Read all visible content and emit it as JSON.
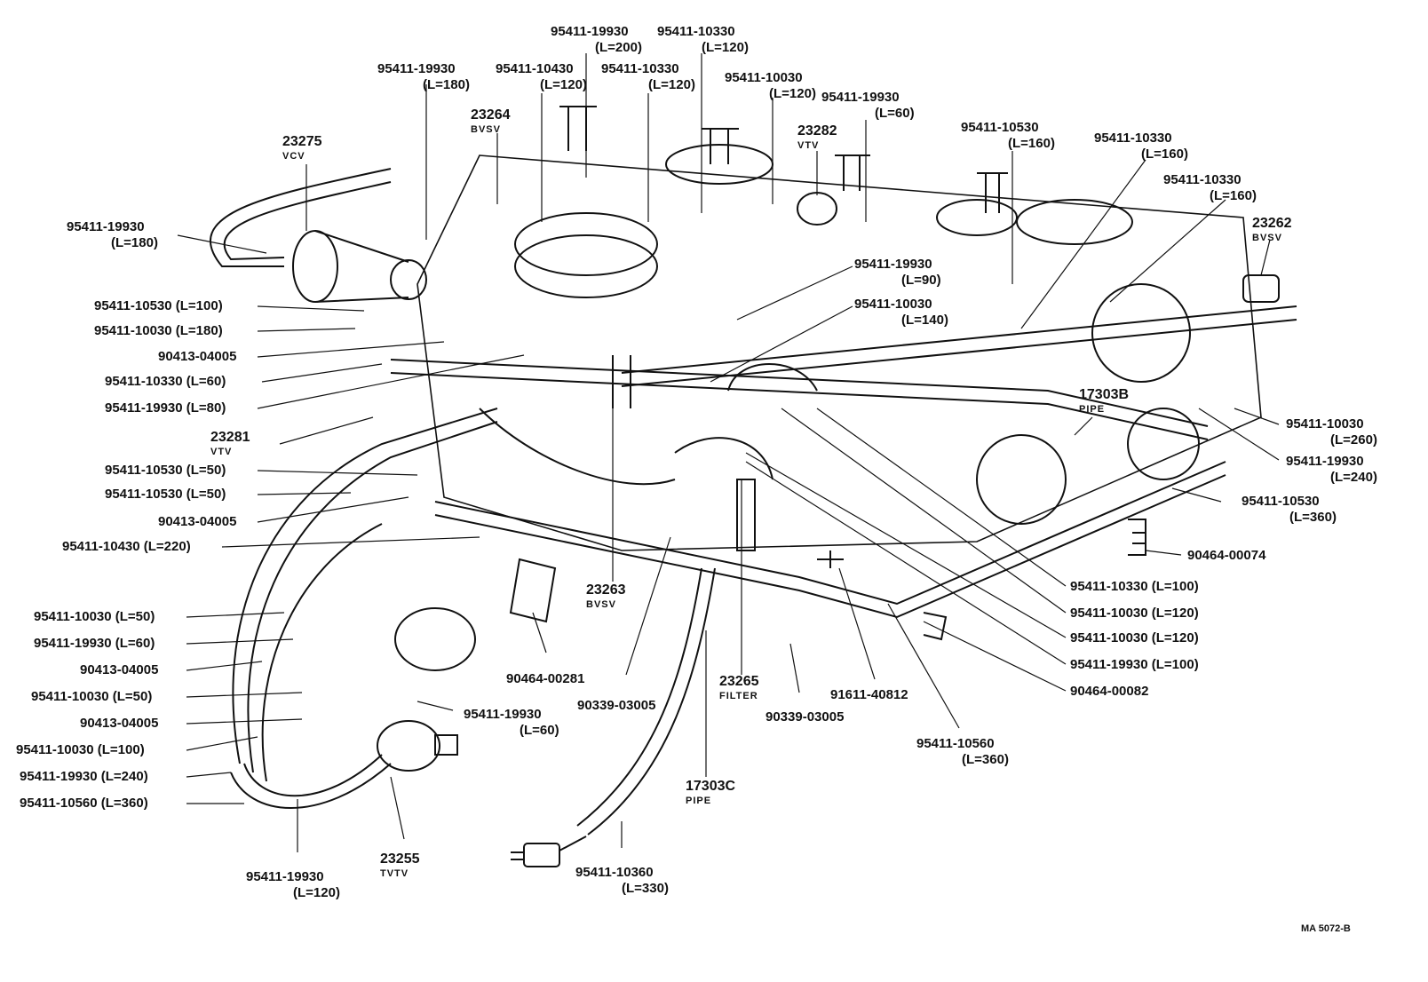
{
  "diagram_code": "MA 5072-B",
  "labels": {
    "t1": "95411-19930",
    "t1l": "(L=200)",
    "t2": "95411-10330",
    "t2l": "(L=120)",
    "t3": "95411-19930",
    "t3l": "(L=180)",
    "t4": "95411-10430",
    "t4l": "(L=120)",
    "t5": "95411-10330",
    "t5l": "(L=120)",
    "t6": "95411-10030",
    "t6l": "(L=120)",
    "t7": "95411-19930",
    "t7l": "(L=60)",
    "t8": "23264",
    "t8s": "BVSV",
    "t9": "23282",
    "t9s": "VTV",
    "t10": "23275",
    "t10s": "VCV",
    "t11": "95411-10530",
    "t11l": "(L=160)",
    "t12": "95411-10330",
    "t12l": "(L=160)",
    "t13": "95411-10330",
    "t13l": "(L=160)",
    "t14": "23262",
    "t14s": "BVSV",
    "l1": "95411-19930",
    "l1l": "(L=180)",
    "l2": "95411-10530 (L=100)",
    "l3": "95411-10030 (L=180)",
    "l4": "90413-04005",
    "l5": "95411-10330 (L=60)",
    "l6": "95411-19930 (L=80)",
    "l7": "23281",
    "l7s": "VTV",
    "l8": "95411-10530 (L=50)",
    "l9": "95411-10530 (L=50)",
    "l10": "90413-04005",
    "l11": "95411-10430 (L=220)",
    "l12": "95411-10030 (L=50)",
    "l13": "95411-19930 (L=60)",
    "l14": "90413-04005",
    "l15": "95411-10030 (L=50)",
    "l16": "90413-04005",
    "l17": "95411-10030 (L=100)",
    "l18": "95411-19930 (L=240)",
    "l19": "95411-10560 (L=360)",
    "c1": "95411-19930",
    "c1l": "(L=90)",
    "c2": "95411-10030",
    "c2l": "(L=140)",
    "c3": "17303B",
    "c3s": "PIPE",
    "r1": "95411-10030",
    "r1l": "(L=260)",
    "r2": "95411-19930",
    "r2l": "(L=240)",
    "r3": "95411-10530",
    "r3l": "(L=360)",
    "r4": "90464-00074",
    "r5": "95411-10330 (L=100)",
    "r6": "95411-10030 (L=120)",
    "r7": "95411-10030 (L=120)",
    "r8": "95411-19930 (L=100)",
    "r9": "90464-00082",
    "r10": "95411-10560",
    "r10l": "(L=360)",
    "b1": "23263",
    "b1s": "BVSV",
    "b2": "90464-00281",
    "b3": "90339-03005",
    "b4": "23265",
    "b4s": "FILTER",
    "b5": "90339-03005",
    "b6": "91611-40812",
    "b7": "95411-19930",
    "b7l": "(L=60)",
    "b8": "17303C",
    "b8s": "PIPE",
    "b9": "23255",
    "b9s": "TVTV",
    "b10": "95411-19930",
    "b10l": "(L=120)",
    "b11": "95411-10360",
    "b11l": "(L=330)"
  }
}
